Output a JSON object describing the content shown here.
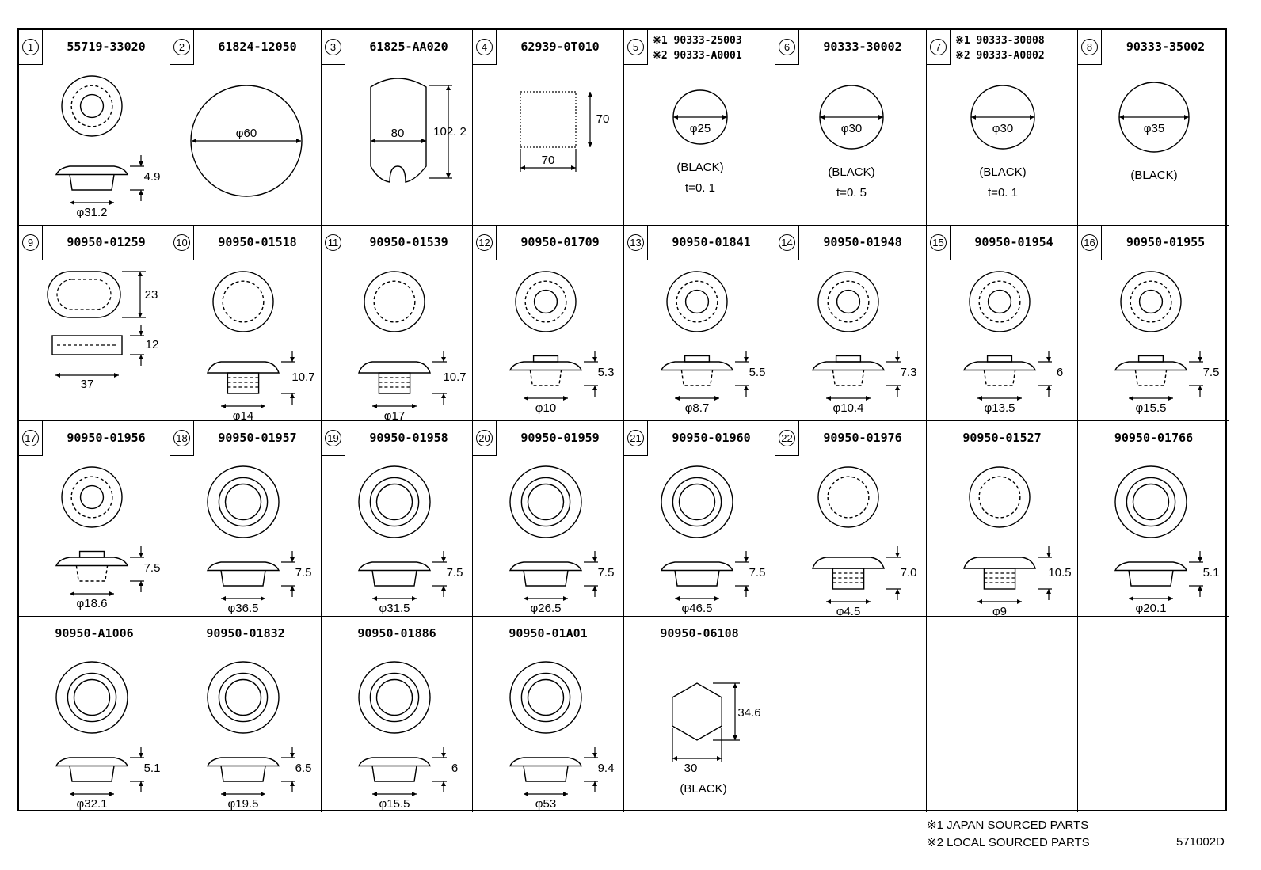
{
  "cells": [
    {
      "idx": "1",
      "part": [
        "55719-33020"
      ],
      "labels": [
        "4.9",
        "φ31.2"
      ],
      "shape": "grommet-double"
    },
    {
      "idx": "2",
      "part": [
        "61824-12050"
      ],
      "labels": [
        "φ60"
      ],
      "shape": "circle"
    },
    {
      "idx": "3",
      "part": [
        "61825-AA020"
      ],
      "labels": [
        "80",
        "102. 2"
      ],
      "shape": "notch"
    },
    {
      "idx": "4",
      "part": [
        "62939-0T010"
      ],
      "labels": [
        "70",
        "70"
      ],
      "shape": "square"
    },
    {
      "idx": "5",
      "part": [
        "※1 90333-25003",
        "※2 90333-A0001"
      ],
      "labels": [
        "φ25",
        "(BLACK)",
        "t=0. 1"
      ],
      "shape": "disc-small"
    },
    {
      "idx": "6",
      "part": [
        "90333-30002"
      ],
      "labels": [
        "φ30",
        "(BLACK)",
        "t=0. 5"
      ],
      "shape": "disc"
    },
    {
      "idx": "7",
      "part": [
        "※1 90333-30008",
        "※2 90333-A0002"
      ],
      "labels": [
        "φ30",
        "(BLACK)",
        "t=0. 1"
      ],
      "shape": "disc"
    },
    {
      "idx": "8",
      "part": [
        "90333-35002"
      ],
      "labels": [
        "φ35",
        "(BLACK)"
      ],
      "shape": "disc-large"
    },
    {
      "idx": "9",
      "part": [
        "90950-01259"
      ],
      "labels": [
        "23",
        "12",
        "37"
      ],
      "shape": "oval"
    },
    {
      "idx": "10",
      "part": [
        "90950-01518"
      ],
      "labels": [
        "10.7",
        "φ14"
      ],
      "shape": "plug"
    },
    {
      "idx": "11",
      "part": [
        "90950-01539"
      ],
      "labels": [
        "10.7",
        "φ17"
      ],
      "shape": "plug"
    },
    {
      "idx": "12",
      "part": [
        "90950-01709"
      ],
      "labels": [
        "5.3",
        "φ10"
      ],
      "shape": "hub"
    },
    {
      "idx": "13",
      "part": [
        "90950-01841"
      ],
      "labels": [
        "5.5",
        "φ8.7"
      ],
      "shape": "hub"
    },
    {
      "idx": "14",
      "part": [
        "90950-01948"
      ],
      "labels": [
        "7.3",
        "φ10.4"
      ],
      "shape": "hub"
    },
    {
      "idx": "15",
      "part": [
        "90950-01954"
      ],
      "labels": [
        "6",
        "φ13.5"
      ],
      "shape": "hub"
    },
    {
      "idx": "16",
      "part": [
        "90950-01955"
      ],
      "labels": [
        "7.5",
        "φ15.5"
      ],
      "shape": "hub"
    },
    {
      "idx": "17",
      "part": [
        "90950-01956"
      ],
      "labels": [
        "7.5",
        "φ18.6"
      ],
      "shape": "hub"
    },
    {
      "idx": "18",
      "part": [
        "90950-01957"
      ],
      "labels": [
        "7.5",
        "φ36.5"
      ],
      "shape": "flat"
    },
    {
      "idx": "19",
      "part": [
        "90950-01958"
      ],
      "labels": [
        "7.5",
        "φ31.5"
      ],
      "shape": "flat"
    },
    {
      "idx": "20",
      "part": [
        "90950-01959"
      ],
      "labels": [
        "7.5",
        "φ26.5"
      ],
      "shape": "flat"
    },
    {
      "idx": "21",
      "part": [
        "90950-01960"
      ],
      "labels": [
        "7.5",
        "φ46.5"
      ],
      "shape": "flat"
    },
    {
      "idx": "22",
      "part": [
        "90950-01976"
      ],
      "labels": [
        "7.0",
        "φ4.5"
      ],
      "shape": "plug"
    },
    {
      "idx": "",
      "part": [
        "90950-01527"
      ],
      "labels": [
        "10.5",
        "φ9"
      ],
      "shape": "plug"
    },
    {
      "idx": "",
      "part": [
        "90950-01766"
      ],
      "labels": [
        "5.1",
        "φ20.1"
      ],
      "shape": "flat"
    },
    {
      "idx": "",
      "part": [
        "90950-A1006"
      ],
      "labels": [
        "5.1",
        "φ32.1"
      ],
      "shape": "flat"
    },
    {
      "idx": "",
      "part": [
        "90950-01832"
      ],
      "labels": [
        "6.5",
        "φ19.5"
      ],
      "shape": "flat"
    },
    {
      "idx": "",
      "part": [
        "90950-01886"
      ],
      "labels": [
        "6",
        "φ15.5"
      ],
      "shape": "flat"
    },
    {
      "idx": "",
      "part": [
        "90950-01A01"
      ],
      "labels": [
        "9.4",
        "φ53"
      ],
      "shape": "flat"
    },
    {
      "idx": "",
      "part": [
        "90950-06108"
      ],
      "labels": [
        "34.6",
        "30",
        "(BLACK)"
      ],
      "shape": "hex"
    },
    {
      "idx": "",
      "part": [],
      "labels": [],
      "shape": "empty"
    },
    {
      "idx": "",
      "part": [],
      "labels": [],
      "shape": "empty"
    },
    {
      "idx": "",
      "part": [],
      "labels": [],
      "shape": "empty"
    }
  ],
  "notes": [
    "※1 JAPAN SOURCED PARTS",
    "※2 LOCAL SOURCED PARTS"
  ],
  "diagram_code": "571002D"
}
